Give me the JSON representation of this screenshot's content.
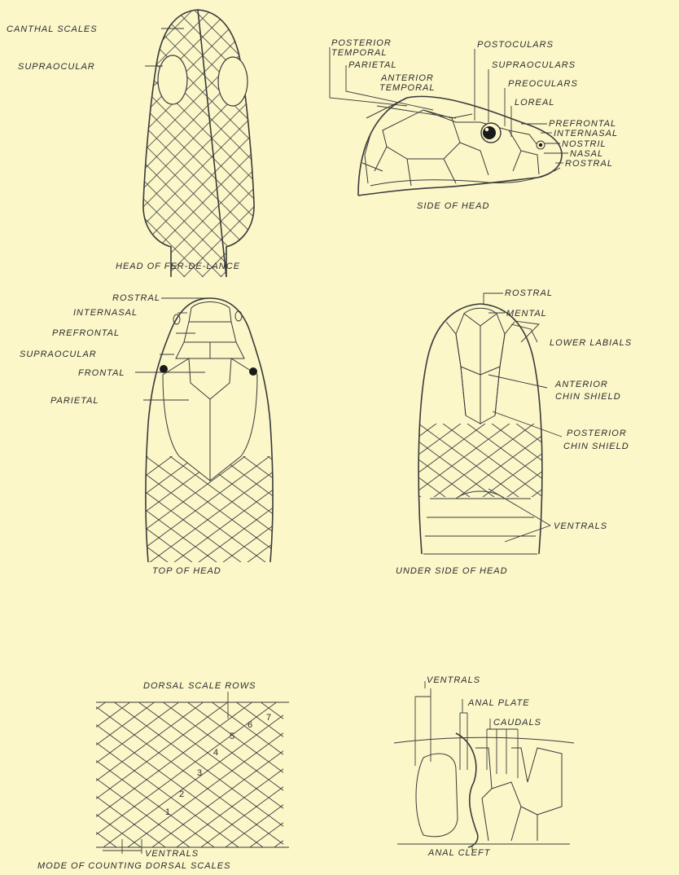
{
  "fer_de_lance": {
    "caption": "HEAD OF FER-DE-LANCE",
    "labels": {
      "canthal": "CANTHAL SCALES",
      "supraocular": "SUPRAOCULAR"
    }
  },
  "side_head": {
    "caption": "SIDE OF HEAD",
    "labels": {
      "posterior_temporal_1": "POSTERIOR",
      "posterior_temporal_2": "TEMPORAL",
      "parietal": "PARIETAL",
      "anterior_temporal_1": "ANTERIOR",
      "anterior_temporal_2": "TEMPORAL",
      "postoculars": "POSTOCULARS",
      "supraoculars": "SUPRAOCULARS",
      "preoculars": "PREOCULARS",
      "loreal": "LOREAL",
      "prefrontal": "PREFRONTAL",
      "internasal": "INTERNASAL",
      "nostril": "NOSTRIL",
      "nasal": "NASAL",
      "rostral": "ROSTRAL"
    }
  },
  "top_head": {
    "caption": "TOP OF HEAD",
    "labels": {
      "rostral": "ROSTRAL",
      "internasal": "INTERNASAL",
      "prefrontal": "PREFRONTAL",
      "supraocular": "SUPRAOCULAR",
      "frontal": "FRONTAL",
      "parietal": "PARIETAL"
    }
  },
  "under_head": {
    "caption": "UNDER SIDE OF HEAD",
    "labels": {
      "rostral": "ROSTRAL",
      "mental": "MENTAL",
      "lower_labials": "LOWER LABIALS",
      "anterior_chin_1": "ANTERIOR",
      "anterior_chin_2": "CHIN SHIELD",
      "posterior_chin_1": "POSTERIOR",
      "posterior_chin_2": "CHIN SHIELD",
      "ventrals": "VENTRALS"
    }
  },
  "dorsal": {
    "caption": "MODE OF COUNTING DORSAL SCALES",
    "labels": {
      "rows": "DORSAL SCALE ROWS",
      "ventrals": "VENTRALS"
    },
    "row_numbers": [
      "1",
      "2",
      "3",
      "4",
      "5",
      "6",
      "7"
    ]
  },
  "anal": {
    "caption": "ANAL CLEFT",
    "labels": {
      "ventrals": "VENTRALS",
      "anal_plate": "ANAL PLATE",
      "caudals": "CAUDALS"
    }
  }
}
